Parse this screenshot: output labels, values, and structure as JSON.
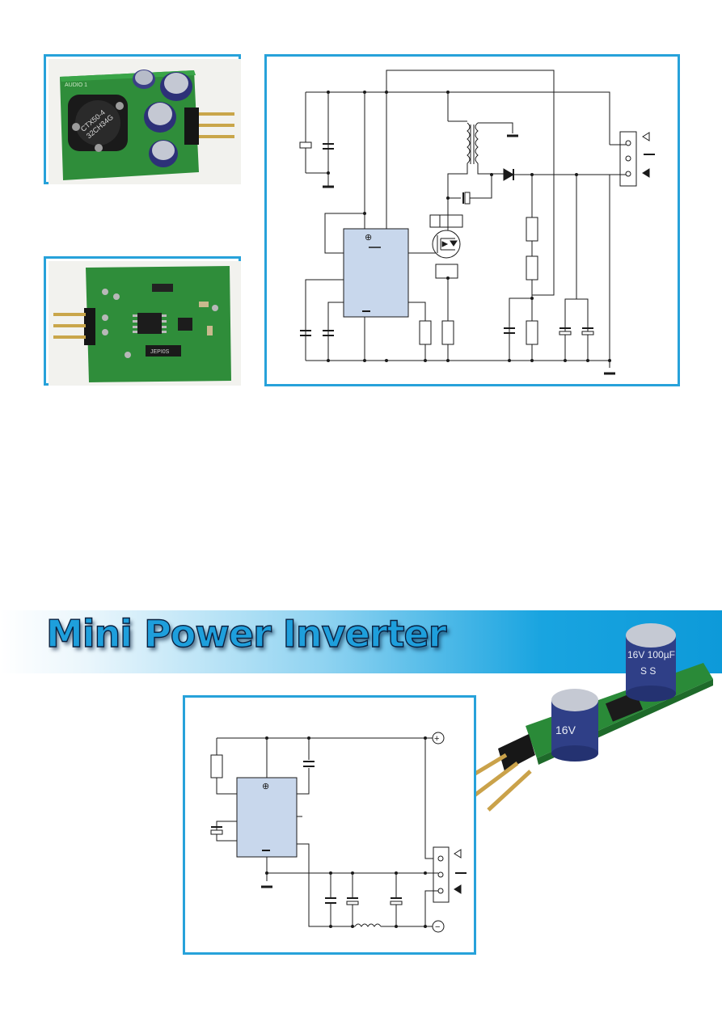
{
  "photo_top": {
    "inductor_marking_line1": "CTX50-4",
    "inductor_marking_line2": "32CH34G",
    "board_label": "AUDIO 1"
  },
  "photo_middle": {
    "ic_marking": "JEPI0S"
  },
  "banner": {
    "title": "Mini Power Inverter"
  },
  "photo_right": {
    "cap_top_marking": "16V 100µF",
    "cap_top_brand": "S S",
    "cap_left_marking": "16V"
  },
  "schematic_top": {
    "ic_plus": "⊕",
    "ic_minus": "−",
    "ic_ground": "⊥"
  },
  "schematic_bottom": {
    "ic_plus": "⊕",
    "terminal_plus": "+",
    "terminal_minus": "−"
  },
  "colors": {
    "frame_border": "#27a2da",
    "ic_fill": "#c8d7ec",
    "pcb_green": "#2e8a3a",
    "banner_text": "#1e9fdc"
  }
}
